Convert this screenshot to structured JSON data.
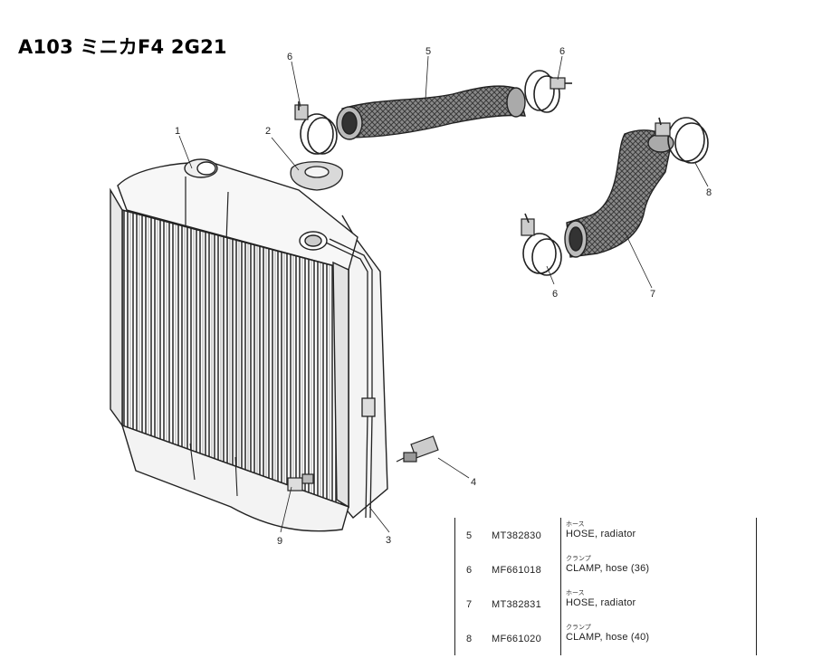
{
  "title": "A103 ミニカF4 2G21",
  "callouts": {
    "c1": "1",
    "c2": "2",
    "c3": "3",
    "c4": "4",
    "c5": "5",
    "c6a": "6",
    "c6b": "6",
    "c6c": "6",
    "c7": "7",
    "c8": "8",
    "c9": "9"
  },
  "parts": [
    {
      "no": "5",
      "part_no": "MT382830",
      "jp": "ホース",
      "desc": "HOSE, radiator"
    },
    {
      "no": "6",
      "part_no": "MF661018",
      "jp": "クランプ",
      "desc": "CLAMP, hose (36)"
    },
    {
      "no": "7",
      "part_no": "MT382831",
      "jp": "ホース",
      "desc": "HOSE, radiator"
    },
    {
      "no": "8",
      "part_no": "MF661020",
      "jp": "クランプ",
      "desc": "CLAMP, hose (40)"
    }
  ]
}
